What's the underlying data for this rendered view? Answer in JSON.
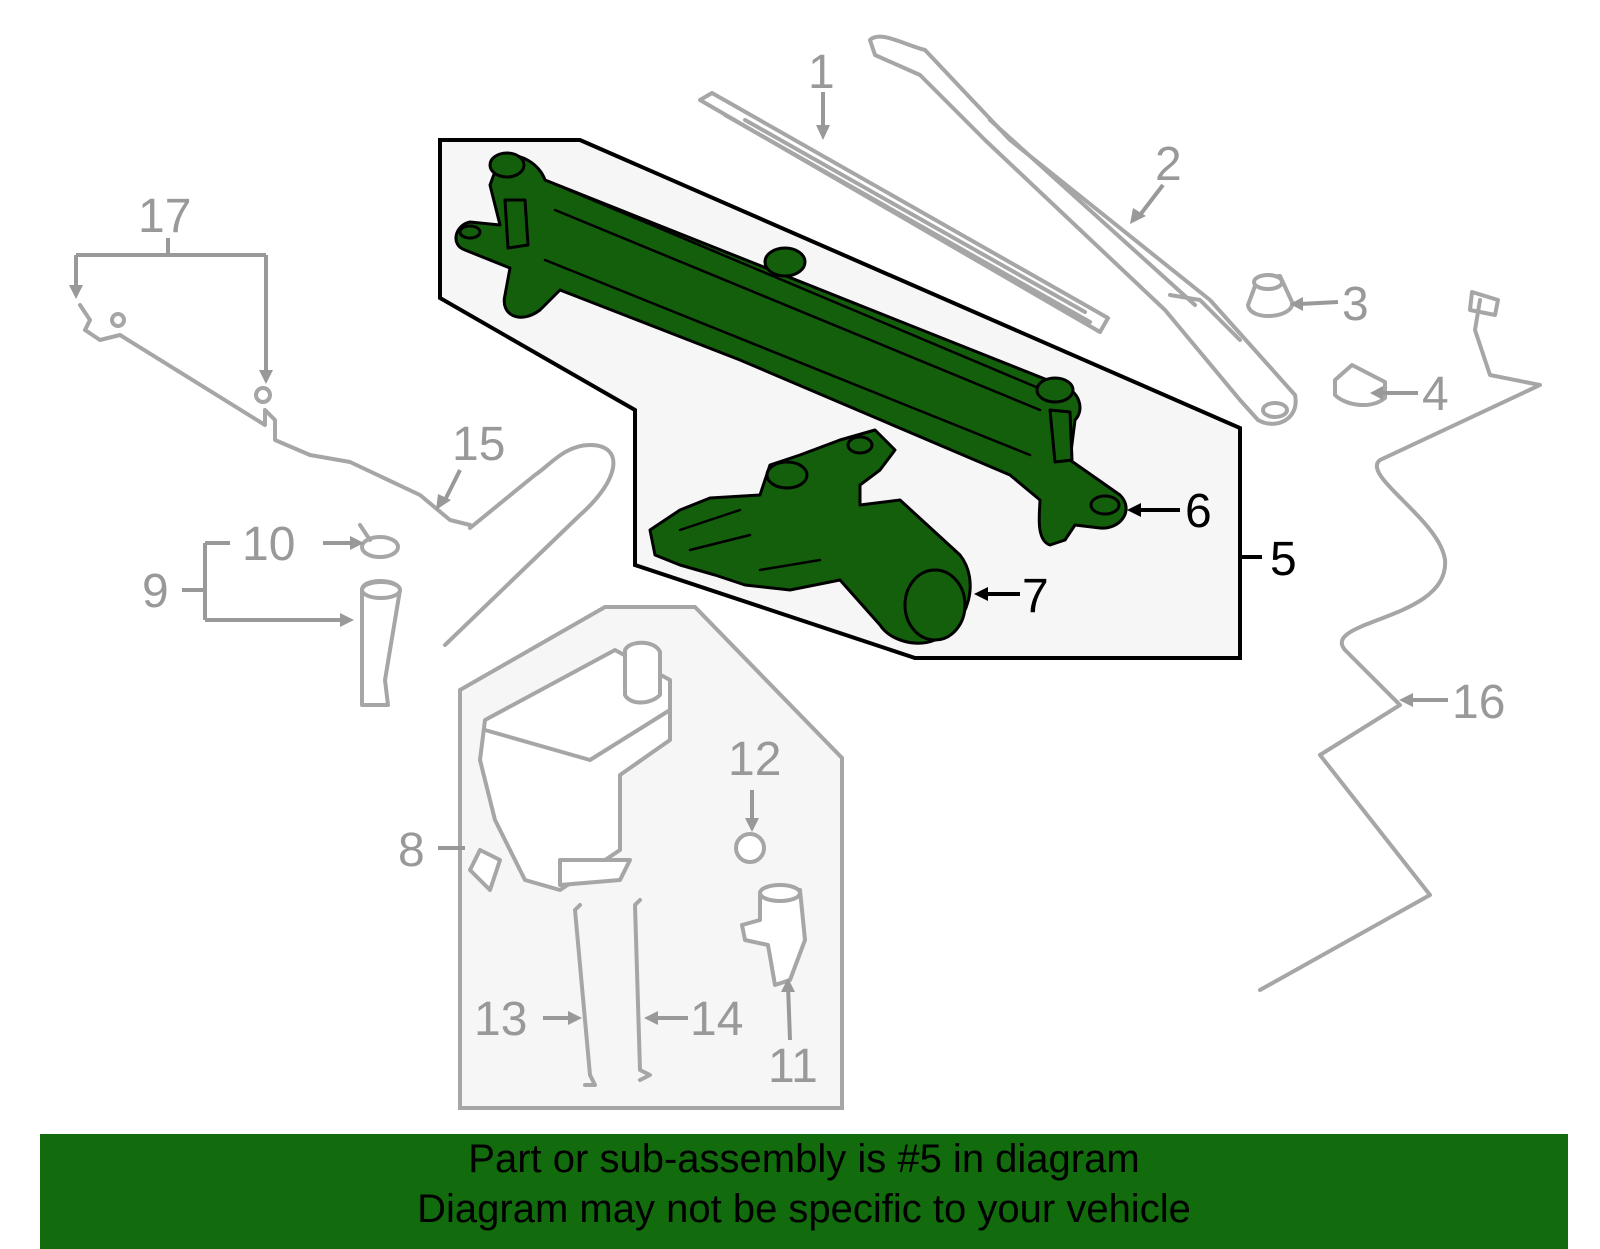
{
  "diagram": {
    "highlighted_part": "5",
    "callouts": [
      {
        "id": "1",
        "label": "1"
      },
      {
        "id": "2",
        "label": "2"
      },
      {
        "id": "3",
        "label": "3"
      },
      {
        "id": "4",
        "label": "4"
      },
      {
        "id": "5",
        "label": "5"
      },
      {
        "id": "6",
        "label": "6"
      },
      {
        "id": "7",
        "label": "7"
      },
      {
        "id": "8",
        "label": "8"
      },
      {
        "id": "9",
        "label": "9"
      },
      {
        "id": "10",
        "label": "10"
      },
      {
        "id": "11",
        "label": "11"
      },
      {
        "id": "12",
        "label": "12"
      },
      {
        "id": "13",
        "label": "13"
      },
      {
        "id": "14",
        "label": "14"
      },
      {
        "id": "15",
        "label": "15"
      },
      {
        "id": "16",
        "label": "16"
      },
      {
        "id": "17",
        "label": "17"
      }
    ],
    "colors": {
      "highlight": "#135f0c",
      "banner": "#126b0c",
      "inactive": "#999999",
      "active": "#000000"
    }
  },
  "footer": {
    "line1": "Part or sub-assembly is #5 in diagram",
    "line2": "Diagram may not be specific to your vehicle"
  }
}
